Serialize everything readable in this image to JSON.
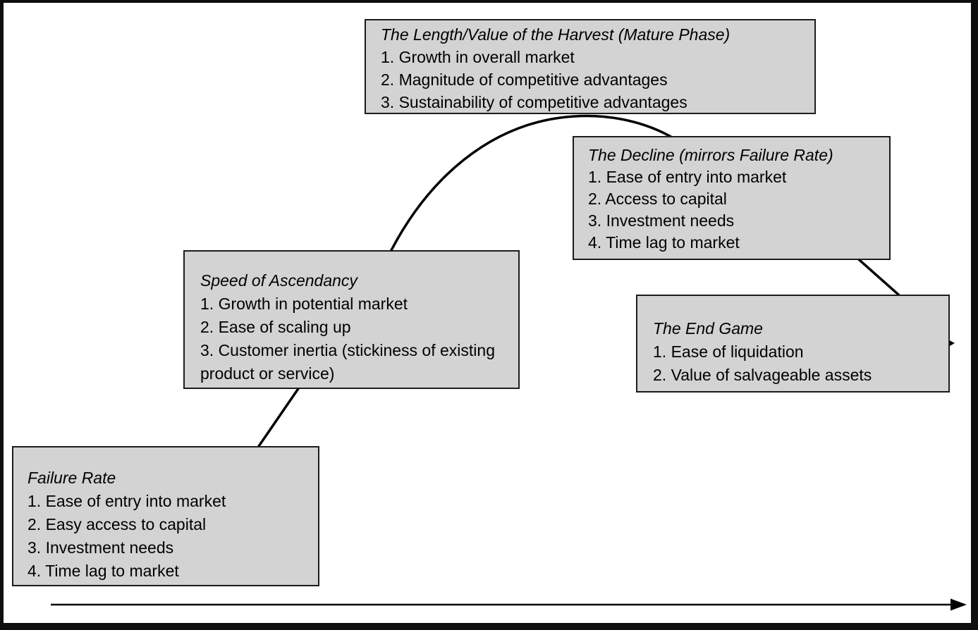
{
  "diagram": {
    "description": "Industry life-cycle curve with phase annotation boxes and a time axis arrow",
    "boxes": [
      {
        "title": "The Length/Value of the Harvest (Mature Phase)",
        "items": [
          "1. Growth in overall market",
          "2. Magnitude of competitive advantages",
          "3. Sustainability of competitive advantages"
        ]
      },
      {
        "title": "The Decline (mirrors Failure Rate)",
        "items": [
          "1. Ease of entry into market",
          "2. Access to capital",
          "3. Investment needs",
          "4. Time lag to market"
        ]
      },
      {
        "title": "Speed of Ascendancy",
        "items": [
          "1. Growth in potential market",
          "2. Ease of scaling up",
          "3. Customer inertia (stickiness of existing product or service)"
        ]
      },
      {
        "title": "The End Game",
        "items": [
          "1. Ease of liquidation",
          "2. Value of salvageable assets"
        ]
      },
      {
        "title": "Failure Rate",
        "items": [
          "1. Ease of entry into market",
          "2. Easy access to capital",
          "3. Investment needs",
          "4. Time lag to market"
        ]
      }
    ],
    "colors": {
      "box_fill": "#d3d3d3",
      "box_border": "#1c1c1c",
      "line": "#000000",
      "background": "#ffffff",
      "frame": "#0e0e0e"
    }
  }
}
